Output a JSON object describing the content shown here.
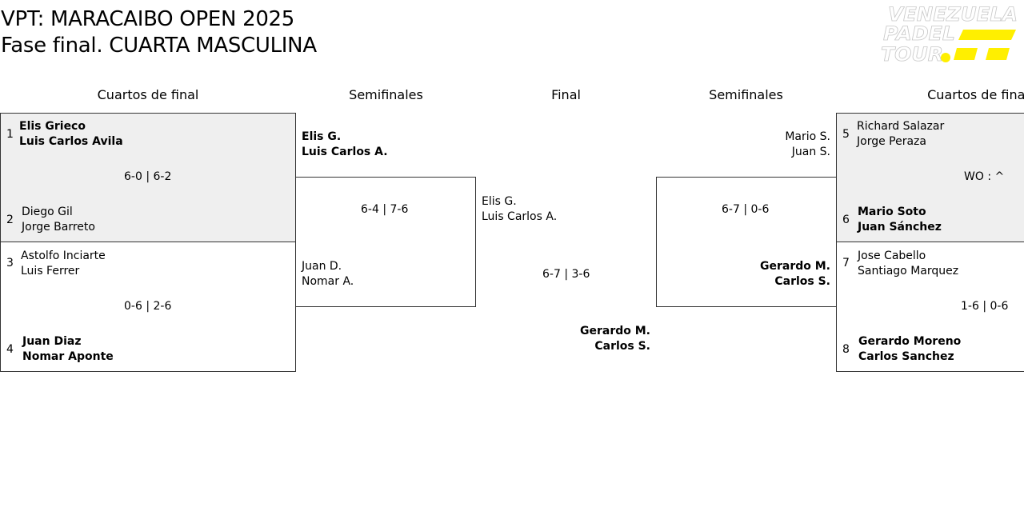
{
  "header": {
    "title_line1": "VPT: MARACAIBO OPEN 2025",
    "title_line2": "Fase final. CUARTA MASCULINA"
  },
  "logo": {
    "line1": "VENEZUELA",
    "line2": "PADEL",
    "line3": "TOUR",
    "accent_color": "#ffef00"
  },
  "rounds": {
    "qf_left": "Cuartos de final",
    "sf_left": "Semifinales",
    "final": "Final",
    "sf_right": "Semifinales",
    "qf_right": "Cuartos de final"
  },
  "qf_left": [
    {
      "seed_a": "1",
      "a1": "Elis Grieco",
      "a2": "Luis Carlos Avila",
      "score": "6-0 | 6-2",
      "seed_b": "2",
      "b1": "Diego Gil",
      "b2": "Jorge Barreto",
      "winner": "a"
    },
    {
      "seed_a": "3",
      "a1": "Astolfo Inciarte",
      "a2": "Luis Ferrer",
      "score": "0-6 | 2-6",
      "seed_b": "4",
      "b1": "Juan Diaz",
      "b2": "Nomar Aponte",
      "winner": "b"
    }
  ],
  "sf_left": {
    "a1": "Elis G.",
    "a2": "Luis Carlos A.",
    "score": "6-4 | 7-6",
    "b1": "Juan D.",
    "b2": "Nomar A.",
    "winner": "a"
  },
  "final": {
    "a1": "Elis G.",
    "a2": "Luis Carlos A.",
    "score": "6-7 | 3-6",
    "b1": "Gerardo M.",
    "b2": "Carlos S.",
    "winner": "b"
  },
  "sf_right": {
    "a1": "Mario S.",
    "a2": "Juan S.",
    "score": "6-7 | 0-6",
    "b1": "Gerardo M.",
    "b2": "Carlos S.",
    "winner": "b"
  },
  "qf_right": [
    {
      "seed_a": "5",
      "a1": "Richard Salazar",
      "a2": "Jorge Peraza",
      "score": "WO : ^",
      "seed_b": "6",
      "b1": "Mario Soto",
      "b2": "Juan Sánchez",
      "winner": "b"
    },
    {
      "seed_a": "7",
      "a1": "Jose Cabello",
      "a2": "Santiago Marquez",
      "score": "1-6 | 0-6",
      "seed_b": "8",
      "b1": "Gerardo Moreno",
      "b2": "Carlos Sanchez",
      "winner": "b"
    }
  ]
}
